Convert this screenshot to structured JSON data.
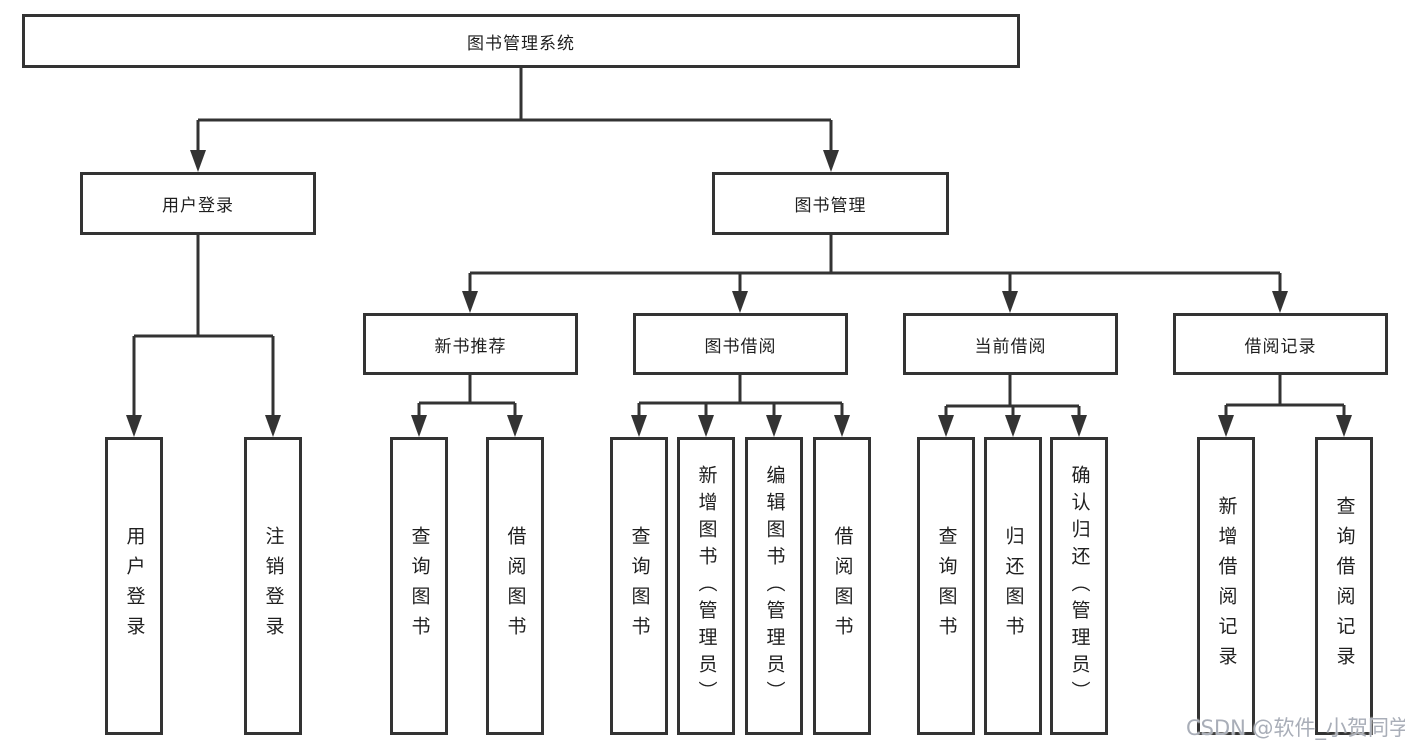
{
  "diagram": {
    "root": {
      "label": "图书管理系统"
    },
    "level2": [
      {
        "label": "用户登录"
      },
      {
        "label": "图书管理"
      }
    ],
    "level3": [
      {
        "label": "新书推荐"
      },
      {
        "label": "图书借阅"
      },
      {
        "label": "当前借阅"
      },
      {
        "label": "借阅记录"
      }
    ],
    "leaves": {
      "login": [
        "用户登录",
        "注销登录"
      ],
      "recommend": [
        "查询图书",
        "借阅图书"
      ],
      "borrow": [
        "查询图书",
        "新增图书（管理员）",
        "编辑图书（管理员）",
        "借阅图书"
      ],
      "current": [
        "查询图书",
        "归还图书",
        "确认归还（管理员）"
      ],
      "records": [
        "新增借阅记录",
        "查询借阅记录"
      ]
    },
    "colors": {
      "line": "#333333",
      "border": "#333333",
      "text": "#1f1f1f",
      "background": "#ffffff",
      "watermark": "#a9aeb8"
    }
  },
  "watermark": {
    "text": "CSDN @软件_小贺同学"
  }
}
